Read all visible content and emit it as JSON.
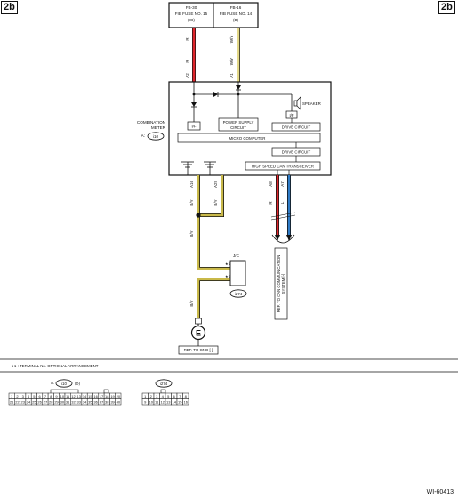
{
  "page_tags": {
    "left": "2b",
    "right": "2b"
  },
  "fuses": {
    "left": {
      "code": "FB-30",
      "name": "FIB FUSE NO. 15",
      "note": "(IG)"
    },
    "right": {
      "code": "FB-16",
      "name": "FIB FUSE NO. 14",
      "note": "(B)"
    }
  },
  "wires": {
    "fuse_left_color": "R",
    "fuse_left_color_2": "R",
    "fuse_left_pin": "A2",
    "fuse_right_color": "W/Y",
    "fuse_right_color_2": "W/Y",
    "fuse_right_pin": "A1",
    "ground1_pin": "A16",
    "ground2_pin": "A29",
    "ground1_color": "B/Y",
    "ground2_color": "B/Y",
    "trunk_color": "B/Y",
    "jc_color": "B/Y",
    "can_h_pin": "A8",
    "can_l_pin": "A7",
    "can_h_color": "R",
    "can_l_color": "L"
  },
  "meter": {
    "name_line1": "COMBINATION",
    "name_line2": "METER",
    "connector_prefix": "A:",
    "connector": "i10",
    "ip_label": "I/F",
    "power_supply_line1": "POWER SUPPLY",
    "power_supply_line2": "CIRCUIT",
    "speaker": "SPEAKER",
    "speaker_if": "I/F",
    "drive_circuit_1": "DRIVE CIRCUIT",
    "micro_computer": "MICRO COMPUTER",
    "drive_circuit_2": "DRIVE CIRCUIT",
    "can_transceiver": "HIGH SPEED CAN TRANSCEIVER"
  },
  "joint": {
    "name": "J/C",
    "pin1": "★1",
    "pin2": "★1",
    "connector": "i274"
  },
  "ground": {
    "symbol": "E",
    "ref": "REF. TO GND [-]"
  },
  "can_ref": {
    "line1": "REF. TO CAN COMMUNICATION",
    "line2": "SYSTEM [-]"
  },
  "footnote": "★1 : TERMINAL No. OPTIONAL ARRANGEMENT",
  "connector_views": {
    "i10": {
      "prefix": "A:",
      "label": "i10",
      "suffix": "(B)",
      "row1": [
        "1",
        "2",
        "3",
        "4",
        "5",
        "6",
        "7",
        "8",
        "9",
        "10",
        "11",
        "12",
        "13",
        "14",
        "15",
        "16",
        "17",
        "18",
        "19",
        "20"
      ],
      "row2": [
        "21",
        "22",
        "23",
        "24",
        "25",
        "26",
        "27",
        "28",
        "29",
        "30",
        "31",
        "32",
        "33",
        "34",
        "35",
        "36",
        "37",
        "38",
        "39",
        "40"
      ]
    },
    "i274": {
      "label": "i274",
      "row1": [
        "1",
        "2",
        "3",
        "4",
        "5",
        "6",
        "7",
        "8"
      ],
      "row2": [
        "9",
        "10",
        "11",
        "12",
        "13",
        "14",
        "15",
        "16"
      ]
    }
  },
  "figure_id": "WI-60413",
  "colors": {
    "red": "#e0252b",
    "yellow": "#e3d889",
    "blue": "#2f7bc6",
    "ground_yellow": "#c9b94a",
    "black": "#111111"
  }
}
